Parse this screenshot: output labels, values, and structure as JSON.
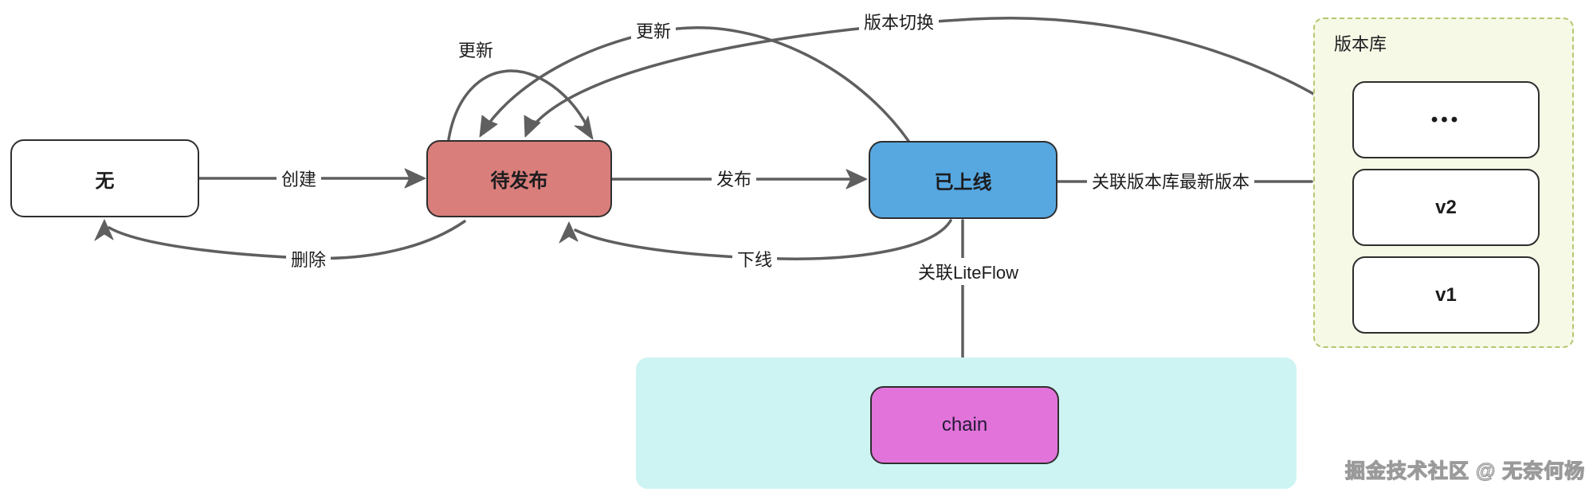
{
  "diagram": {
    "nodes": {
      "none": {
        "label": "无"
      },
      "pending": {
        "label": "待发布"
      },
      "online": {
        "label": "已上线"
      },
      "chain": {
        "label": "chain"
      },
      "repo": {
        "title": "版本库",
        "items": [
          {
            "label": "•••"
          },
          {
            "label": "v2"
          },
          {
            "label": "v1"
          }
        ]
      }
    },
    "edges": {
      "create": {
        "label": "创建"
      },
      "update_self": {
        "label": "更新"
      },
      "update_online": {
        "label": "更新"
      },
      "version_switch": {
        "label": "版本切换"
      },
      "publish": {
        "label": "发布"
      },
      "delete": {
        "label": "删除"
      },
      "offline": {
        "label": "下线"
      },
      "link_latest": {
        "label": "关联版本库最新版本"
      },
      "link_liteflow": {
        "label": "关联LiteFlow"
      }
    },
    "colors": {
      "pending_fill": "#d97e7b",
      "online_fill": "#57a8e1",
      "chain_fill": "#e273da",
      "cyan_container_fill": "#cdf4f2",
      "repo_fill": "#f5f9e5",
      "repo_border": "#b3c871",
      "wire": "#5f5f5f",
      "node_border": "#2e2e2e",
      "text": "#1c1c1e"
    },
    "watermark": "掘金技术社区 @ 无奈何杨"
  }
}
